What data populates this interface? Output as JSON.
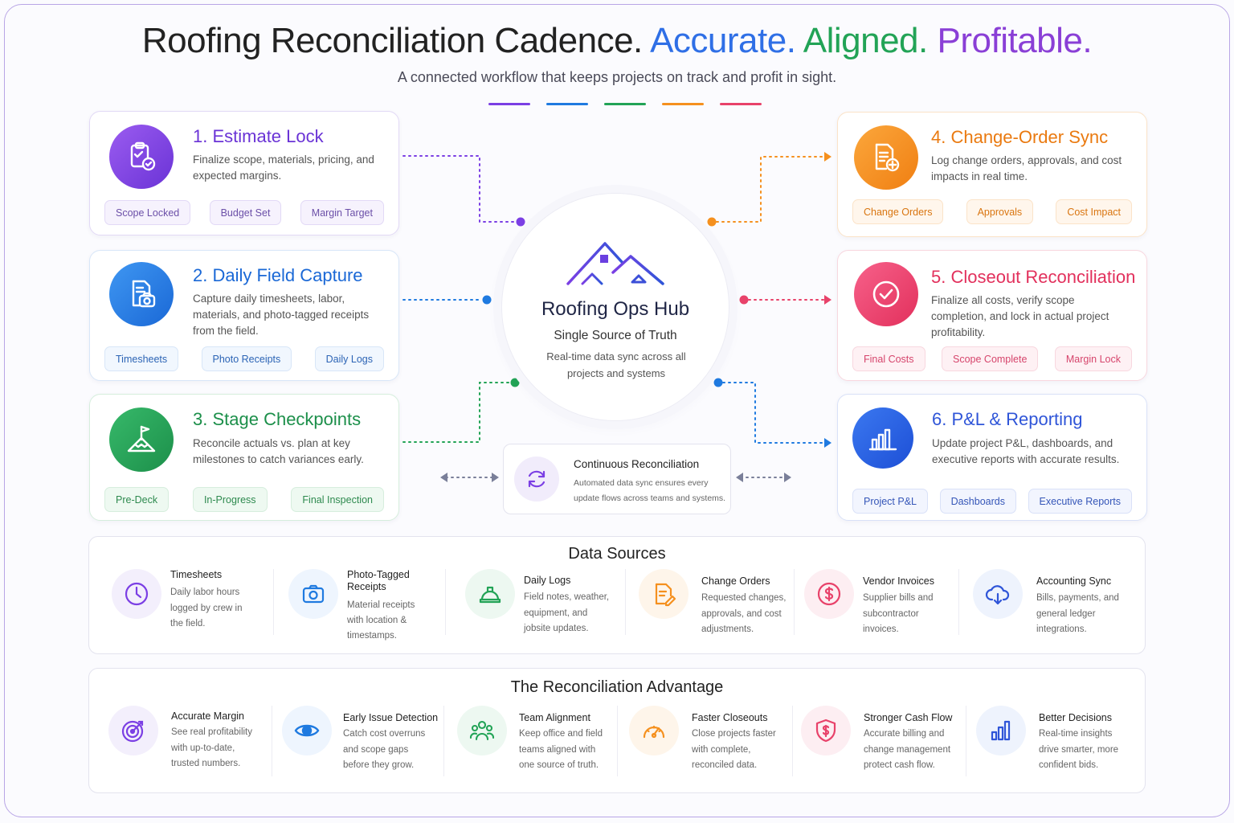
{
  "header": {
    "title_main": "Roofing Reconciliation Cadence.",
    "title_accent1": "Accurate.",
    "title_accent2": "Aligned.",
    "title_accent3": "Profitable.",
    "subtitle": "A connected workflow that keeps projects on track and profit in sight."
  },
  "colors": {
    "purple": "#7b3fe4",
    "blue": "#1f7ae0",
    "green": "#22a356",
    "orange": "#f5901e",
    "pink": "#e8426a",
    "indigo": "#2f55d8"
  },
  "steps": [
    {
      "title": "1. Estimate Lock",
      "desc": "Finalize scope, materials, pricing, and expected margins.",
      "icon": "clipboard-check-icon",
      "chips": [
        "Scope Locked",
        "Budget Set",
        "Margin Target"
      ]
    },
    {
      "title": "2. Daily Field Capture",
      "desc": "Capture daily timesheets, labor, materials, and photo-tagged receipts from the field.",
      "icon": "document-camera-icon",
      "chips": [
        "Timesheets",
        "Photo Receipts",
        "Daily Logs"
      ]
    },
    {
      "title": "3. Stage Checkpoints",
      "desc": "Reconcile actuals vs. plan at key milestones to catch variances early.",
      "icon": "flag-mountain-icon",
      "chips": [
        "Pre-Deck",
        "In-Progress",
        "Final Inspection"
      ]
    },
    {
      "title": "4. Change-Order Sync",
      "desc": "Log change orders, approvals, and cost impacts in real time.",
      "icon": "document-plus-icon",
      "chips": [
        "Change Orders",
        "Approvals",
        "Cost Impact"
      ]
    },
    {
      "title": "5. Closeout Reconciliation",
      "desc": "Finalize all costs, verify scope completion, and lock in actual project profitability.",
      "icon": "check-circle-icon",
      "chips": [
        "Final Costs",
        "Scope Complete",
        "Margin Lock"
      ]
    },
    {
      "title": "6. P&L & Reporting",
      "desc": "Update project P&L, dashboards, and executive reports with accurate results.",
      "icon": "bar-chart-icon",
      "chips": [
        "Project P&L",
        "Dashboards",
        "Executive Reports"
      ]
    }
  ],
  "hub": {
    "name": "Roofing Ops Hub",
    "tagline": "Single Source of Truth",
    "desc": "Real-time data sync across all projects and systems"
  },
  "continuous": {
    "title": "Continuous Reconciliation",
    "desc": "Automated data sync ensures every update flows across teams and systems."
  },
  "data_sources": {
    "title": "Data Sources",
    "items": [
      {
        "title": "Timesheets",
        "desc": "Daily labor hours logged by crew in the field.",
        "icon": "clock-icon"
      },
      {
        "title": "Photo-Tagged Receipts",
        "desc": "Material receipts with location & timestamps.",
        "icon": "camera-icon"
      },
      {
        "title": "Daily Logs",
        "desc": "Field notes, weather, equipment, and jobsite updates.",
        "icon": "hard-hat-icon"
      },
      {
        "title": "Change Orders",
        "desc": "Requested changes, approvals, and cost adjustments.",
        "icon": "document-edit-icon"
      },
      {
        "title": "Vendor Invoices",
        "desc": "Supplier bills and subcontractor invoices.",
        "icon": "dollar-circle-icon"
      },
      {
        "title": "Accounting Sync",
        "desc": "Bills, payments, and general ledger integrations.",
        "icon": "cloud-download-icon"
      }
    ]
  },
  "advantage": {
    "title": "The Reconciliation Advantage",
    "items": [
      {
        "title": "Accurate Margin",
        "desc": "See real profitability with up-to-date, trusted numbers.",
        "icon": "target-icon"
      },
      {
        "title": "Early Issue Detection",
        "desc": "Catch cost overruns and scope gaps before they grow.",
        "icon": "eye-icon"
      },
      {
        "title": "Team Alignment",
        "desc": "Keep office and field teams aligned with one source of truth.",
        "icon": "team-icon"
      },
      {
        "title": "Faster Closeouts",
        "desc": "Close projects faster with complete, reconciled data.",
        "icon": "gauge-icon"
      },
      {
        "title": "Stronger Cash Flow",
        "desc": "Accurate billing and change management protect cash flow.",
        "icon": "shield-dollar-icon"
      },
      {
        "title": "Better Decisions",
        "desc": "Real-time insights drive smarter, more confident bids.",
        "icon": "bar-chart-icon"
      }
    ]
  }
}
